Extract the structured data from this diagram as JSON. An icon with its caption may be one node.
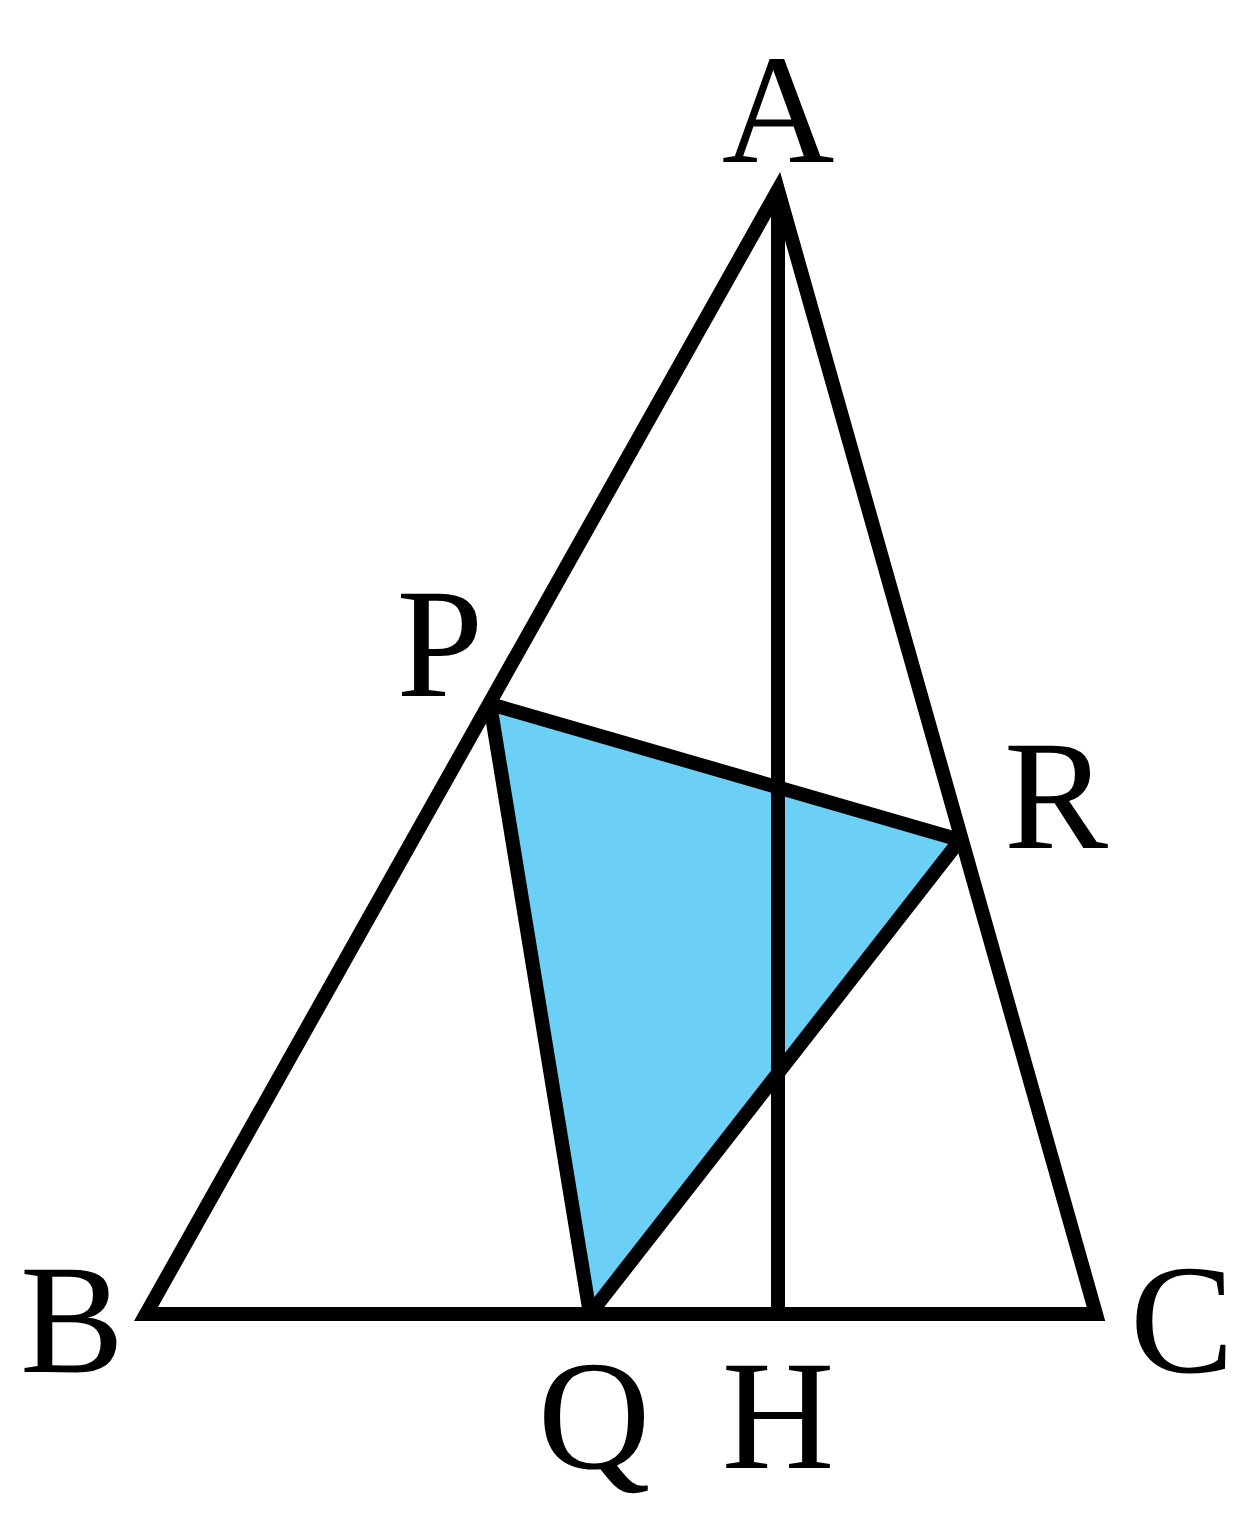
{
  "diagram": {
    "labels": [
      "A",
      "P",
      "R",
      "B",
      "Q",
      "H",
      "C"
    ]
  }
}
